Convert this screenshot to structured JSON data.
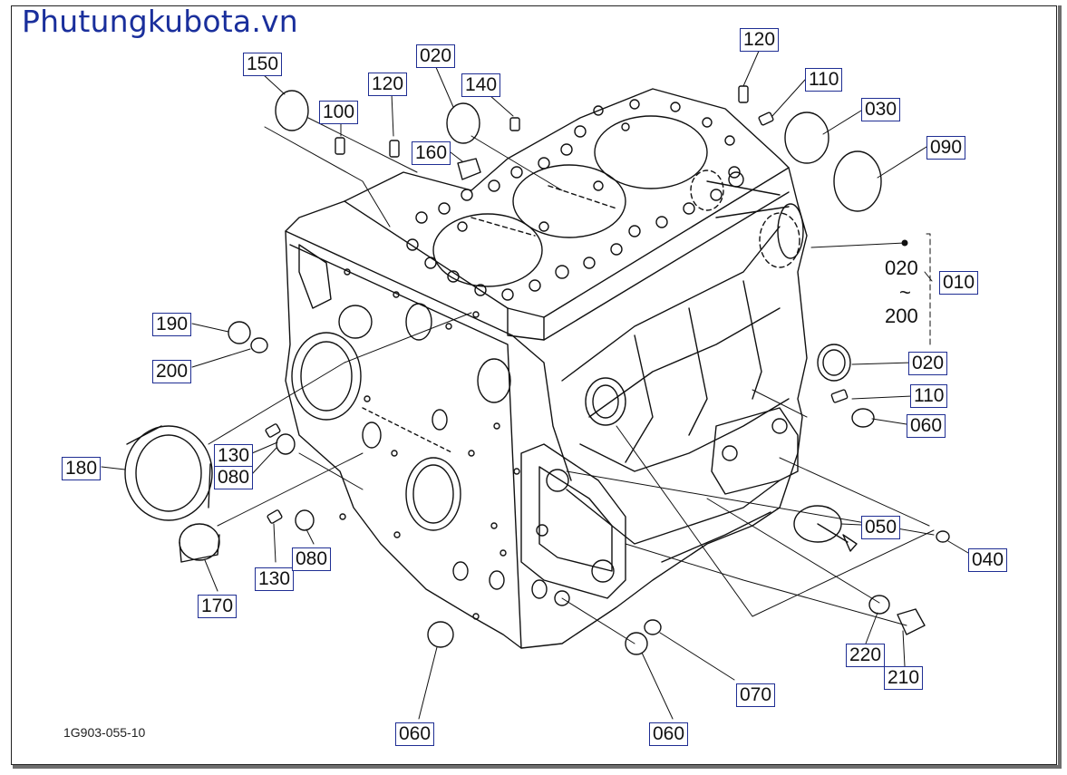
{
  "watermark": "Phutungkubota.vn",
  "drawing_code": "1G903-055-10",
  "range_label": {
    "from": "020",
    "tilde": "~",
    "to": "200"
  },
  "colors": {
    "label_border": "#1f2e93",
    "watermark": "#1a2f9c",
    "line": "#111111"
  },
  "callouts": [
    {
      "id": "c150",
      "text": "150"
    },
    {
      "id": "c020a",
      "text": "020"
    },
    {
      "id": "c120a",
      "text": "120"
    },
    {
      "id": "c100",
      "text": "100"
    },
    {
      "id": "c140",
      "text": "140"
    },
    {
      "id": "c160",
      "text": "160"
    },
    {
      "id": "c120b",
      "text": "120"
    },
    {
      "id": "c110a",
      "text": "110"
    },
    {
      "id": "c030",
      "text": "030"
    },
    {
      "id": "c090",
      "text": "090"
    },
    {
      "id": "c010",
      "text": "010"
    },
    {
      "id": "c190",
      "text": "190"
    },
    {
      "id": "c200",
      "text": "200"
    },
    {
      "id": "c020b",
      "text": "020"
    },
    {
      "id": "c110b",
      "text": "110"
    },
    {
      "id": "c060a",
      "text": "060"
    },
    {
      "id": "c180",
      "text": "180"
    },
    {
      "id": "c130a",
      "text": "130"
    },
    {
      "id": "c080a",
      "text": "080"
    },
    {
      "id": "c050",
      "text": "050"
    },
    {
      "id": "c040",
      "text": "040"
    },
    {
      "id": "c130b",
      "text": "130"
    },
    {
      "id": "c080b",
      "text": "080"
    },
    {
      "id": "c170",
      "text": "170"
    },
    {
      "id": "c220",
      "text": "220"
    },
    {
      "id": "c210",
      "text": "210"
    },
    {
      "id": "c070",
      "text": "070"
    },
    {
      "id": "c060b",
      "text": "060"
    },
    {
      "id": "c060c",
      "text": "060"
    }
  ]
}
